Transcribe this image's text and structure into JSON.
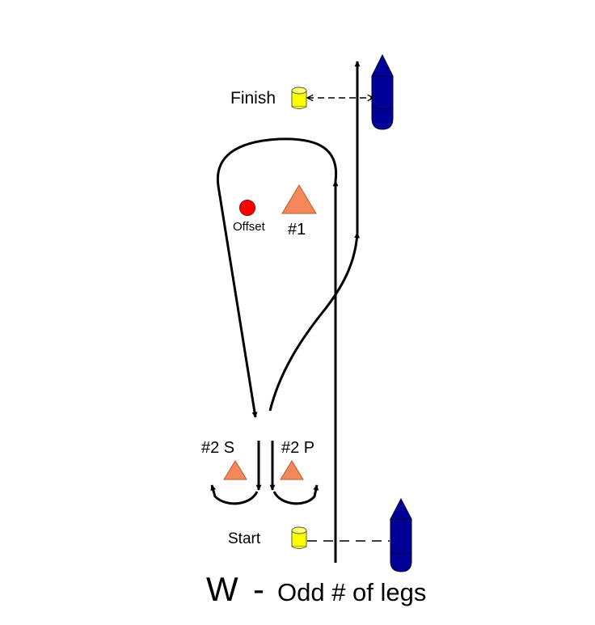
{
  "labels": {
    "finish": "Finish",
    "start": "Start",
    "mark1": "#1",
    "offset": "Offset",
    "gate_starboard": "#2 S",
    "gate_port": "#2 P"
  },
  "title": {
    "letter": "W",
    "dash": "-",
    "text": "Odd # of legs"
  },
  "colors": {
    "mark_triangle": "#F5885A",
    "offset_mark": "#FF0000",
    "pin_buoy": "#FFFF00",
    "committee_boat": "#000099",
    "course_line": "#000000"
  },
  "icons": {
    "committee_boat_top": "boat-icon",
    "committee_boat_bottom": "boat-icon",
    "finish_pin": "cylinder-buoy-icon",
    "start_pin": "cylinder-buoy-icon",
    "mark1": "triangle-mark-icon",
    "gate_marks": "triangle-mark-icon",
    "offset_mark": "circle-mark-icon"
  }
}
